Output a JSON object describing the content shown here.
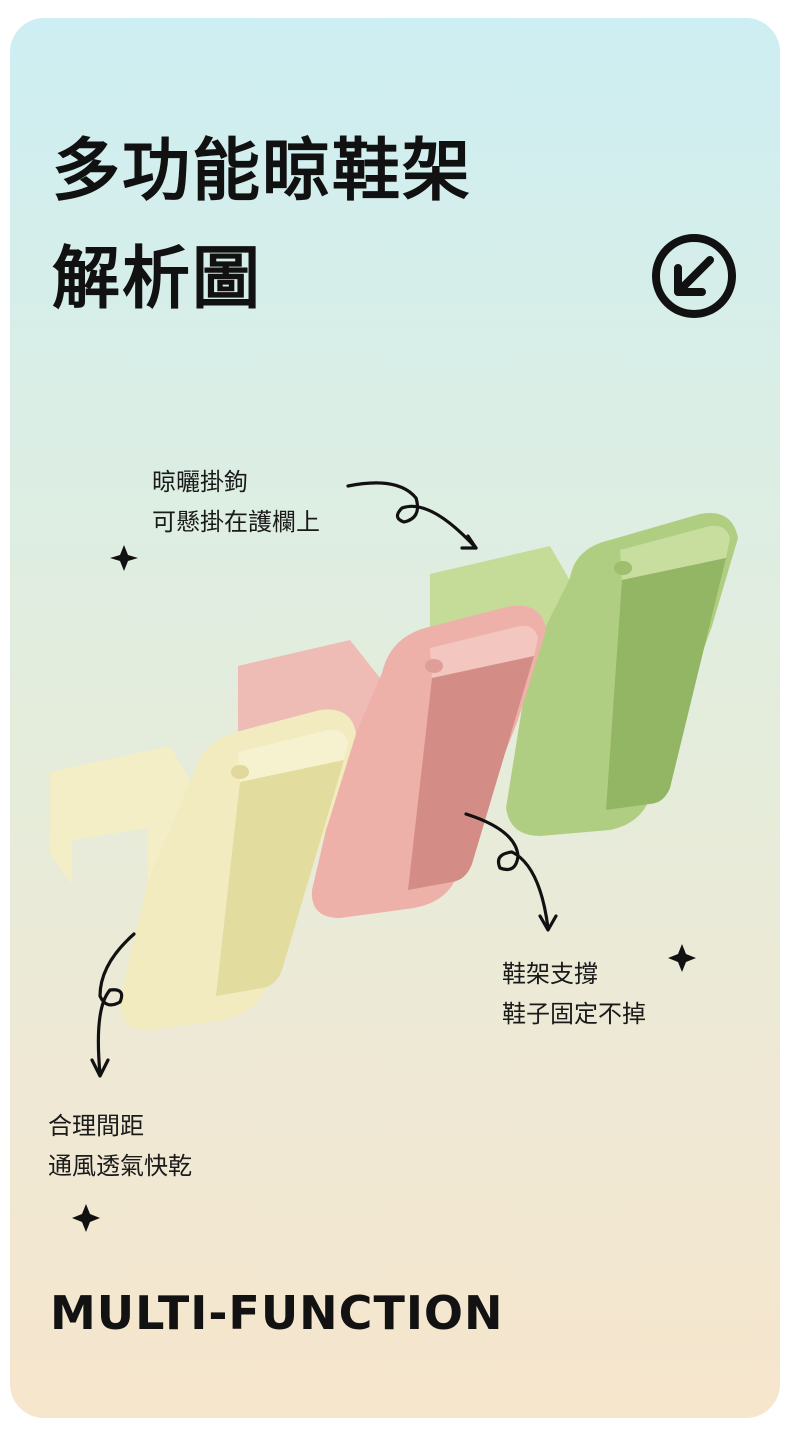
{
  "header": {
    "title_line1": "多功能晾鞋架",
    "title_line2": "解析圖",
    "arrow_icon": "circle-arrow-down-left-icon"
  },
  "callouts": {
    "top": {
      "line1": "晾曬掛鉤",
      "line2": "可懸掛在護欄上"
    },
    "right": {
      "line1": "鞋架支撐",
      "line2": "鞋子固定不掉"
    },
    "left": {
      "line1": "合理間距",
      "line2": "通風透氣快乾"
    }
  },
  "product": {
    "colors": {
      "cream": "#efe9b7",
      "pink": "#eaa9a2",
      "green": "#a9cb7c"
    }
  },
  "footer": {
    "tagline": "MULTI-FUNCTION"
  },
  "palette": {
    "background_top": "#cdeef2",
    "background_bottom": "#f6e6cc",
    "text": "#111111"
  }
}
